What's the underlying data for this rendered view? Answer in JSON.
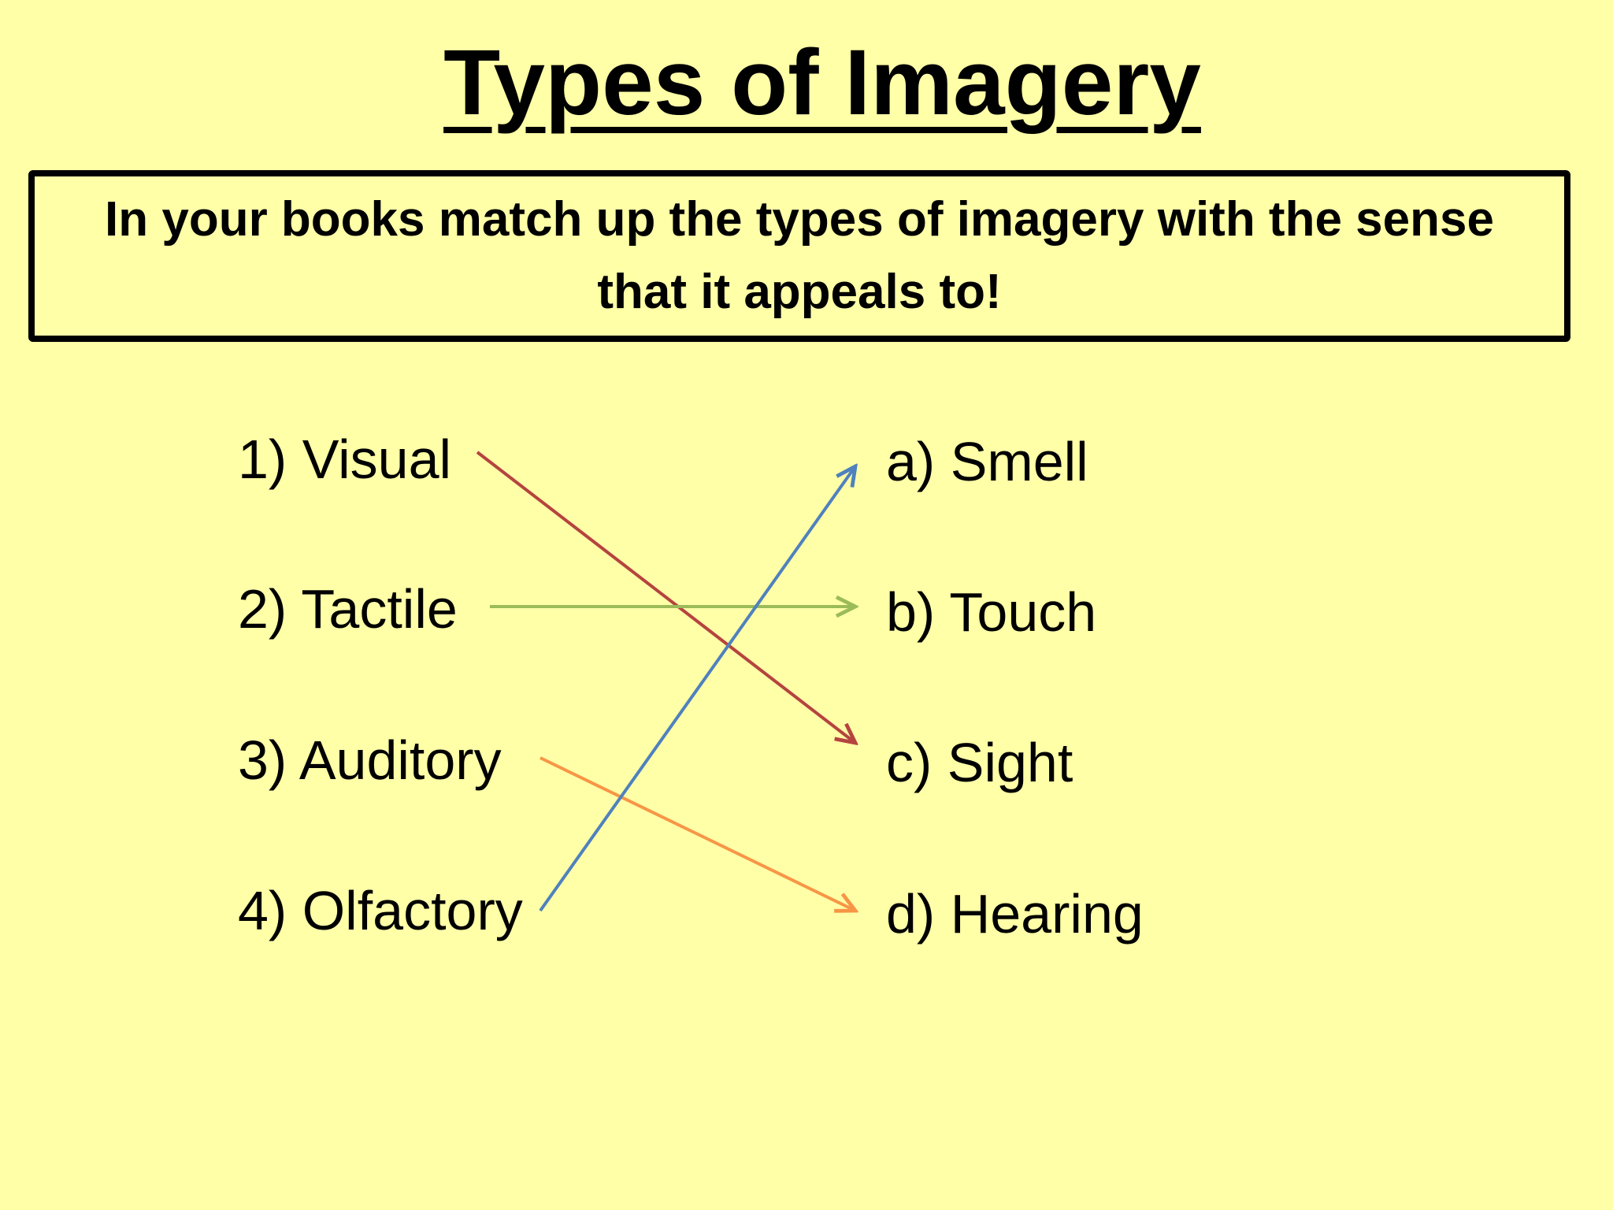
{
  "title": "Types of Imagery",
  "instruction": "In your books match up the types of imagery with the sense that it appeals to!",
  "left_items": [
    {
      "label": "1) Visual"
    },
    {
      "label": "2) Tactile"
    },
    {
      "label": "3) Auditory"
    },
    {
      "label": "4) Olfactory"
    }
  ],
  "right_items": [
    {
      "label": "a) Smell"
    },
    {
      "label": "b) Touch"
    },
    {
      "label": "c) Sight"
    },
    {
      "label": "d) Hearing"
    }
  ],
  "colors": {
    "background": "#FFFFA8",
    "visual_arrow": "#B5443F",
    "tactile_arrow": "#9BBB59",
    "auditory_arrow": "#F79646",
    "olfactory_arrow": "#4F81BD"
  }
}
